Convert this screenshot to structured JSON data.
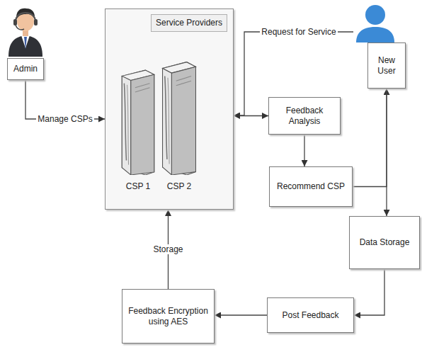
{
  "diagram": {
    "nodes": [
      {
        "text": [
          "Admin"
        ]
      },
      {
        "text": [
          "Service Providers"
        ]
      },
      {
        "text": [
          "CSP 1"
        ],
        "in": 1
      },
      {
        "text": [
          "CSP 2"
        ],
        "in": 1
      },
      {
        "text": [
          "New User"
        ]
      },
      {
        "text": [
          "Feedback Analysis"
        ]
      },
      {
        "text": [
          "Recommend CSP"
        ]
      },
      {
        "text": [
          "Data Storage"
        ]
      },
      {
        "text": [
          "Post Feedback"
        ]
      },
      {
        "text": [
          "Feedback Encryption using AES"
        ]
      }
    ],
    "edges": [
      {
        "from": 0,
        "to": 1,
        "label": "Manage CSPs",
        "arrow": "to"
      },
      {
        "from": 4,
        "to": 1,
        "label": "Request for Service",
        "arrow": "to"
      },
      {
        "from": 1,
        "to": 5,
        "arrow": "both"
      },
      {
        "from": 5,
        "to": 6,
        "arrow": "to"
      },
      {
        "from": 6,
        "to": 4,
        "arrow": "to"
      },
      {
        "from": 4,
        "to": 7,
        "arrow": "to"
      },
      {
        "from": 7,
        "to": 8,
        "arrow": "to"
      },
      {
        "from": 8,
        "to": 9,
        "arrow": "to"
      },
      {
        "from": 9,
        "to": 1,
        "label": "Storage",
        "arrow": "to"
      }
    ]
  }
}
